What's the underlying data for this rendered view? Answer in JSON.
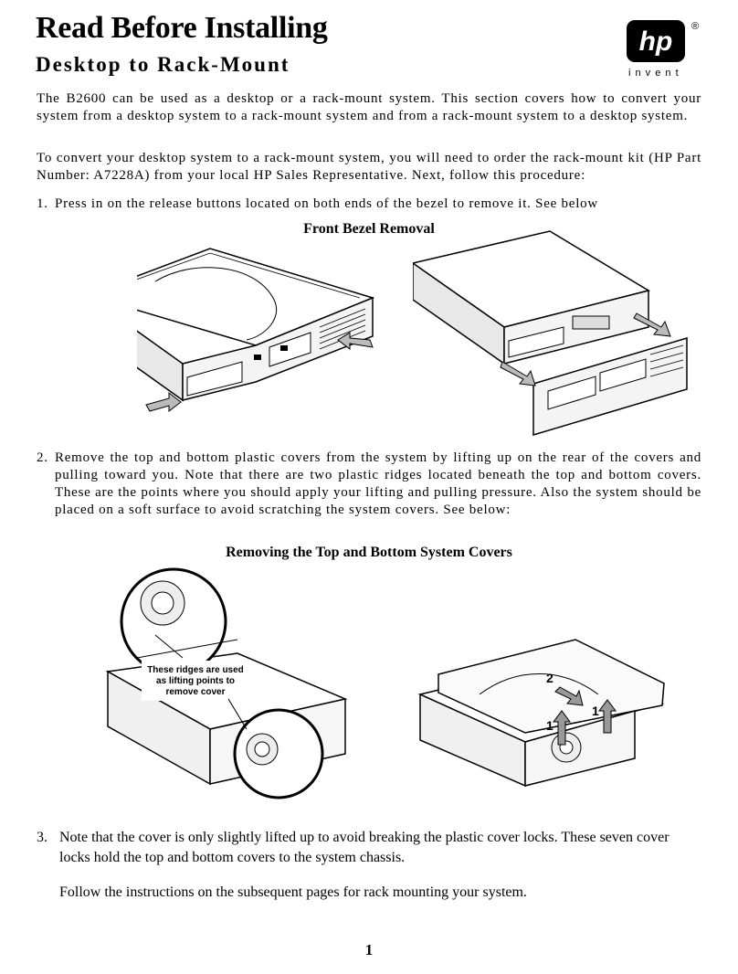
{
  "header": {
    "title": "Read Before Installing",
    "subtitle": "Desktop to Rack-Mount",
    "logo_mark": "hp",
    "logo_tagline": "i n v e n t",
    "registered": "®"
  },
  "intro": [
    "The B2600 can be used as a desktop or a rack-mount system. This section covers how to convert your system from a desktop system to a rack-mount system and from a rack-mount system to a desktop system.",
    "To convert your desktop system to a rack-mount system, you will need to order the rack-mount kit (HP Part Number: A7228A) from your local HP Sales Representative. Next, follow this procedure:"
  ],
  "steps": [
    {
      "num": "1.",
      "text": "Press in on the release buttons located on both ends of the bezel to remove it. See below"
    },
    {
      "num": "2.",
      "text": "Remove the top and bottom plastic covers from the system by lifting up on the rear of the covers and pulling toward you. Note that there are two plastic ridges located beneath the top and bottom covers. These are the points where you should apply your lifting and pulling pressure. Also the system should be placed on a soft surface to avoid scratching the system covers. See below:"
    },
    {
      "num": "3.",
      "text": "Note that the cover is only slightly lifted up to avoid breaking the plastic cover locks. These seven cover locks hold the top and bottom covers to the system chassis."
    }
  ],
  "figures": {
    "bezel_caption": "Front Bezel Removal",
    "covers_caption": "Removing the Top and Bottom System Covers",
    "callout_text": "These ridges are used as lifting points to remove cover",
    "arrow_labels": [
      "2",
      "1",
      "1"
    ]
  },
  "closing": "Follow the instructions on the subsequent pages for rack mounting your system.",
  "page_number": "1"
}
